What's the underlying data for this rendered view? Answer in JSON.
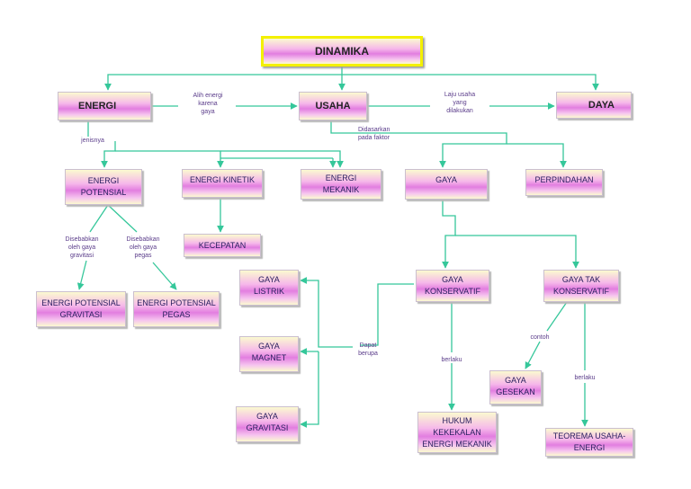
{
  "nodes": {
    "dinamika": "DINAMIKA",
    "energi": "ENERGI",
    "usaha": "USAHA",
    "daya": "DAYA",
    "energi_potensial": "ENERGI\nPOTENSIAL",
    "energi_kinetik": "ENERGI KINETIK",
    "energi_mekanik": "ENERGI\nMEKANIK",
    "gaya": "GAYA",
    "perpindahan": "PERPINDAHAN",
    "kecepatan": "KECEPATAN",
    "ep_gravitasi": "ENERGI POTENSIAL\nGRAVITASI",
    "ep_pegas": "ENERGI POTENSIAL\nPEGAS",
    "gaya_listrik": "GAYA\nLISTRIK",
    "gaya_magnet": "GAYA\nMAGNET",
    "gaya_gravitasi": "GAYA\nGRAVITASI",
    "gaya_konservatif": "GAYA\nKONSERVATIF",
    "gaya_tak_konservatif": "GAYA TAK\nKONSERVATIF",
    "gaya_gesekan": "GAYA\nGESEKAN",
    "hukum_kekekalan": "HUKUM\nKEKEKALAN\nENERGI MEKANIK",
    "teorema_usaha": "TEOREMA USAHA-\nENERGI"
  },
  "labels": {
    "alih_energi": "Alih energi\nkarena\ngaya",
    "laju_usaha": "Laju usaha\nyang\ndilakukan",
    "didasarkan": "Didasarkan\npada faktor",
    "jenisnya": "jenisnya",
    "disebabkan_gravitasi": "Disebabkan\noleh gaya\ngravitasi",
    "disebabkan_pegas": "Disebabkan\noleh gaya\npegas",
    "dapat_berupa": "Dapat\nberupa",
    "berlaku_1": "berlaku",
    "contoh": "contoh",
    "berlaku_2": "berlaku"
  },
  "colors": {
    "connector": "#35c79a",
    "highlight_border": "#f3f000"
  }
}
